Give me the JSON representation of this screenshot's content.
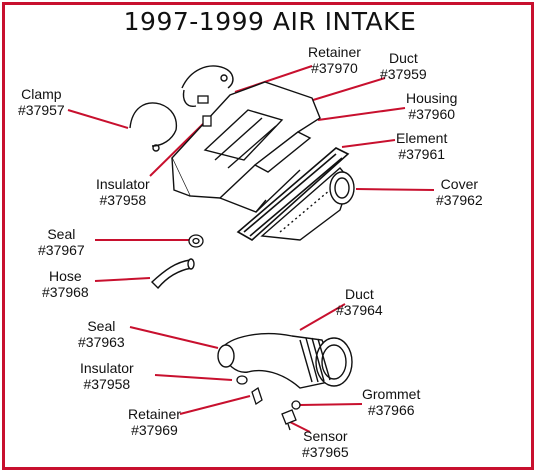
{
  "title": "1997-1999 AIR INTAKE",
  "colors": {
    "border": "#c8102e",
    "leader": "#c8102e",
    "line": "#111111",
    "background": "#ffffff"
  },
  "parts": [
    {
      "name": "Retainer",
      "number": "#37970"
    },
    {
      "name": "Duct",
      "number": "#37959"
    },
    {
      "name": "Housing",
      "number": "#37960"
    },
    {
      "name": "Clamp",
      "number": "#37957"
    },
    {
      "name": "Element",
      "number": "#37961"
    },
    {
      "name": "Cover",
      "number": "#37962"
    },
    {
      "name": "Insulator",
      "number": "#37958"
    },
    {
      "name": "Seal",
      "number": "#37967"
    },
    {
      "name": "Hose",
      "number": "#37968"
    },
    {
      "name": "Duct",
      "number": "#37964"
    },
    {
      "name": "Seal",
      "number": "#37963"
    },
    {
      "name": "Insulator",
      "number": "#37958"
    },
    {
      "name": "Grommet",
      "number": "#37966"
    },
    {
      "name": "Retainer",
      "number": "#37969"
    },
    {
      "name": "Sensor",
      "number": "#37965"
    }
  ]
}
